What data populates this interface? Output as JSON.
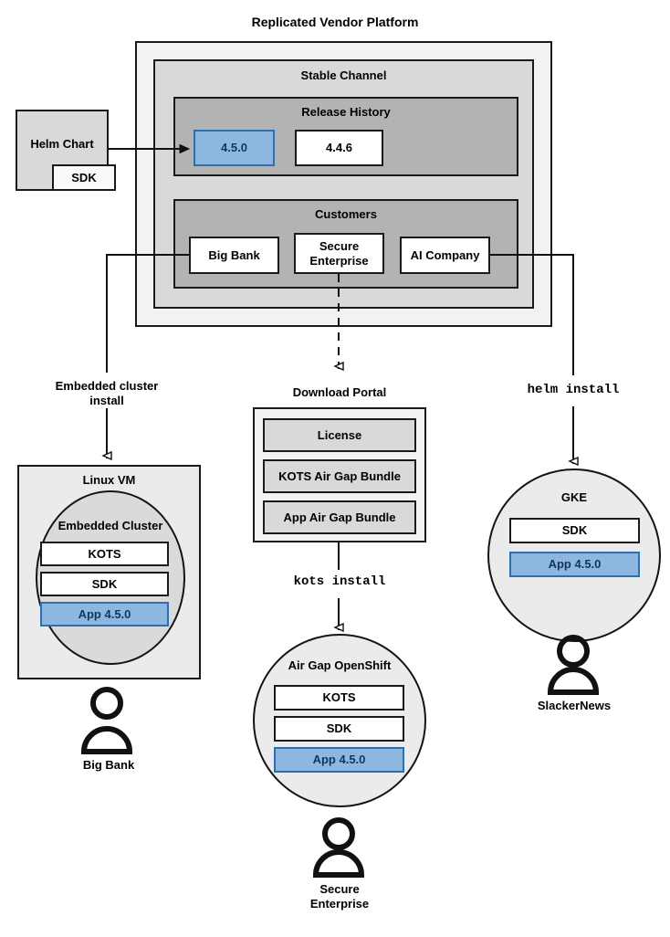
{
  "diagram": {
    "title": "Replicated Vendor Platform",
    "colors": {
      "accent_blue_fill": "#8db7e0",
      "accent_blue_border": "#2f6fad",
      "accent_blue_text": "#11365e",
      "outer_panel": "#f2f2f2",
      "channel_panel": "#d9d9d9",
      "inner_panel": "#b3b3b3",
      "stroke": "#1a1a1a"
    }
  },
  "platform": {
    "channel": {
      "title": "Stable Channel"
    },
    "release_history": {
      "title": "Release History",
      "releases": [
        {
          "version": "4.5.0",
          "highlighted": true
        },
        {
          "version": "4.4.6",
          "highlighted": false
        }
      ]
    },
    "customers": {
      "title": "Customers",
      "items": [
        {
          "name": "Big Bank"
        },
        {
          "name": "Secure\nEnterprise"
        },
        {
          "name": "AI Company"
        }
      ]
    }
  },
  "source": {
    "helm_chart": {
      "label": "Helm Chart",
      "sdk_label": "SDK"
    }
  },
  "edge_labels": {
    "embedded_cluster_install": "Embedded cluster\ninstall",
    "download_portal": "Download Portal",
    "helm_install": "helm install",
    "kots_install": "kots install"
  },
  "download_portal": {
    "title": "Download Portal",
    "artifacts": [
      {
        "label": "License"
      },
      {
        "label": "KOTS Air Gap Bundle"
      },
      {
        "label": "App Air Gap Bundle"
      }
    ]
  },
  "targets": [
    {
      "id": "linux-vm",
      "title": "Linux VM",
      "inner_title": "Embedded Cluster",
      "components": [
        {
          "label": "KOTS",
          "highlighted": false
        },
        {
          "label": "SDK",
          "highlighted": false
        },
        {
          "label": "App 4.5.0",
          "highlighted": true
        }
      ],
      "actor": "Big Bank"
    },
    {
      "id": "air-gap-openshift",
      "title": "Air Gap OpenShift",
      "components": [
        {
          "label": "KOTS",
          "highlighted": false
        },
        {
          "label": "SDK",
          "highlighted": false
        },
        {
          "label": "App 4.5.0",
          "highlighted": true
        }
      ],
      "actor": "Secure\nEnterprise"
    },
    {
      "id": "gke",
      "title": "GKE",
      "components": [
        {
          "label": "SDK",
          "highlighted": false
        },
        {
          "label": "App 4.5.0",
          "highlighted": true
        }
      ],
      "actor": "SlackerNews"
    }
  ]
}
